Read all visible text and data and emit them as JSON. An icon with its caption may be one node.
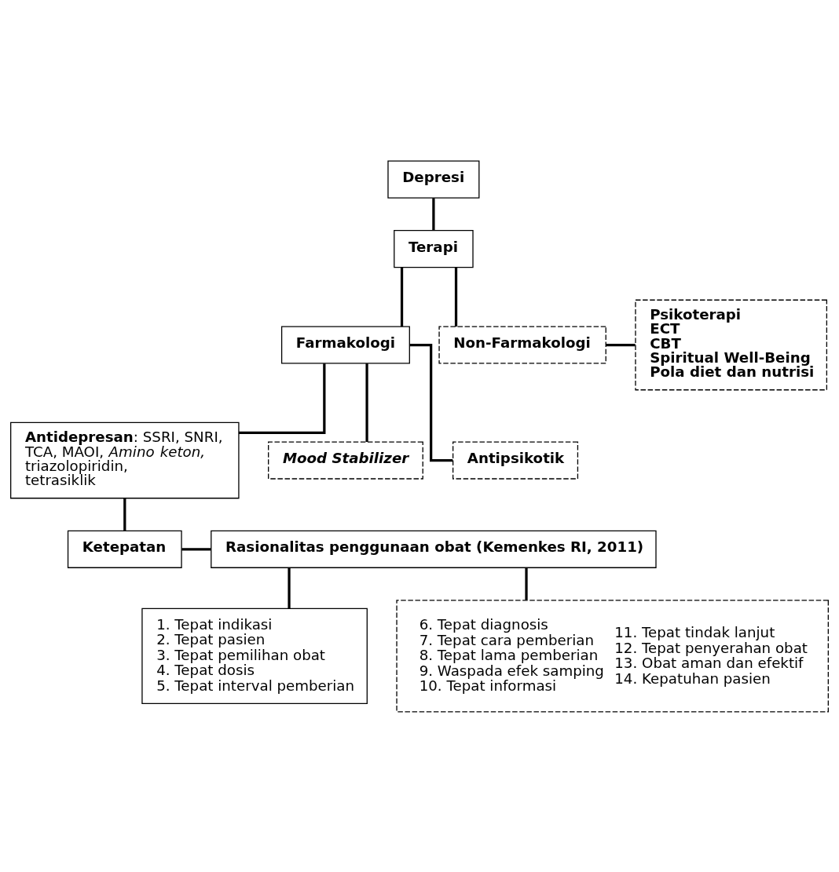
{
  "diagram": {
    "nodes": [
      {
        "text": [
          "Depresi"
        ]
      },
      {
        "text": [
          "Terapi"
        ]
      },
      {
        "text": [
          "Farmakologi"
        ]
      },
      {
        "text": [
          "Non-Farmakologi"
        ]
      },
      {
        "text": [
          "Psikoterapi",
          "ECT",
          "CBT",
          "Spiritual Well-Being",
          "Pola diet dan nutrisi"
        ]
      },
      {
        "text": [
          "**Antidepresan**: SSRI, SNRI, TCA, MAOI, *Amino keton,* triazolopiridin, tetrasiklik"
        ]
      },
      {
        "text": [
          "Mood Stabilizer"
        ]
      },
      {
        "text": [
          "Antipsikotik"
        ]
      },
      {
        "text": [
          "Ketepatan"
        ]
      },
      {
        "text": [
          "Rasionalitas penggunaan obat (Kemenkes RI, 2011)"
        ]
      },
      {
        "text": [
          "1. Tepat indikasi",
          "2. Tepat pasien",
          "3. Tepat pemilihan obat",
          "4. Tepat dosis",
          "5. Tepat interval pemberian"
        ]
      },
      {
        "text": [
          "6. Tepat diagnosis",
          "7. Tepat cara pemberian",
          "8. Tepat lama pemberian",
          "9. Waspada efek samping",
          "10. Tepat informasi",
          "11. Tepat tindak lanjut",
          "12. Tepat penyerahan obat",
          "13. Obat aman dan efektif",
          "14. Kepatuhan pasien"
        ]
      }
    ],
    "edges": [
      {
        "from": 0,
        "to": 1,
        "arrow": "none"
      },
      {
        "from": 1,
        "to": 2,
        "arrow": "none"
      },
      {
        "from": 1,
        "to": 3,
        "arrow": "none"
      },
      {
        "from": 3,
        "to": 4,
        "arrow": "none"
      },
      {
        "from": 2,
        "to": 5,
        "arrow": "none"
      },
      {
        "from": 2,
        "to": 6,
        "arrow": "none"
      },
      {
        "from": 2,
        "to": 7,
        "arrow": "none"
      },
      {
        "from": 5,
        "to": 8,
        "arrow": "none"
      },
      {
        "from": 8,
        "to": 9,
        "arrow": "none"
      },
      {
        "from": 9,
        "to": 10,
        "arrow": "none"
      },
      {
        "from": 9,
        "to": 11,
        "arrow": "none"
      }
    ]
  }
}
